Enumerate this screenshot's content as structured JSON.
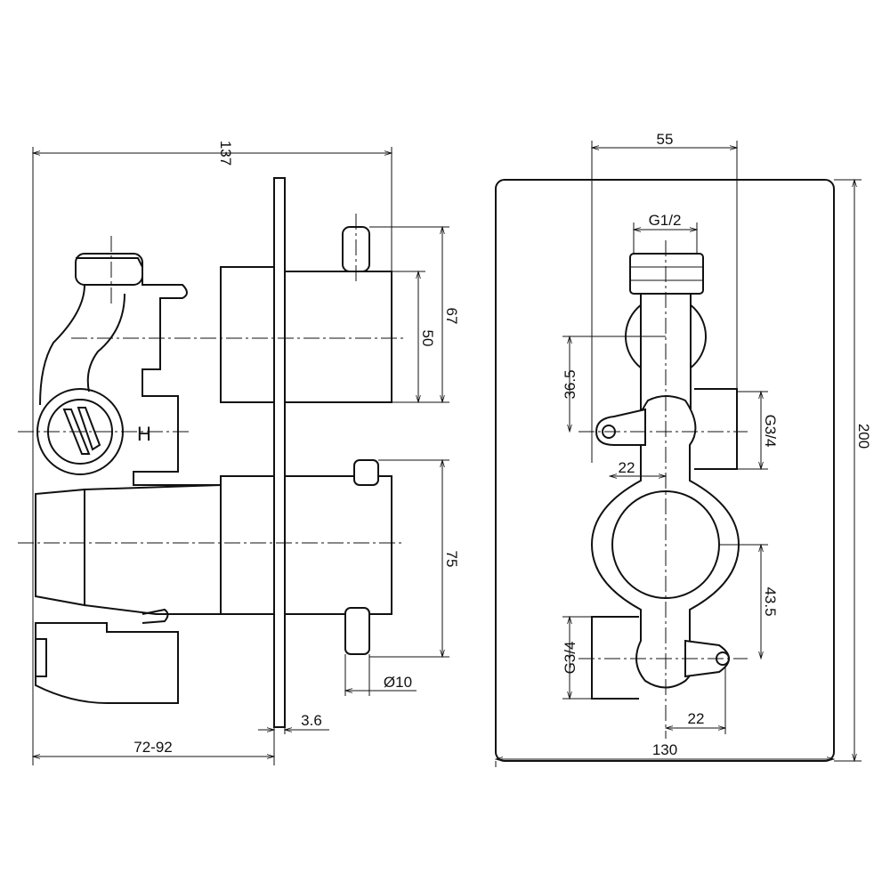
{
  "side_view": {
    "dimensions": {
      "overall_depth": "137",
      "upper_lever_height": "67",
      "upper_knob_height": "50",
      "lower_lever_height": "75",
      "lever_diameter": "Ø10",
      "plate_thickness": "3.6",
      "wall_depth": "72-92"
    },
    "valve_marking": "H"
  },
  "front_view": {
    "dimensions": {
      "pipe_spacing": "55",
      "top_inlet": "G1/2",
      "upper_offset": "36.5",
      "right_outlet": "G3/4",
      "upper_horizontal": "22",
      "plate_height": "200",
      "lower_offset": "43.5",
      "left_outlet": "G3/4",
      "lower_horizontal": "22",
      "plate_width": "130"
    }
  }
}
